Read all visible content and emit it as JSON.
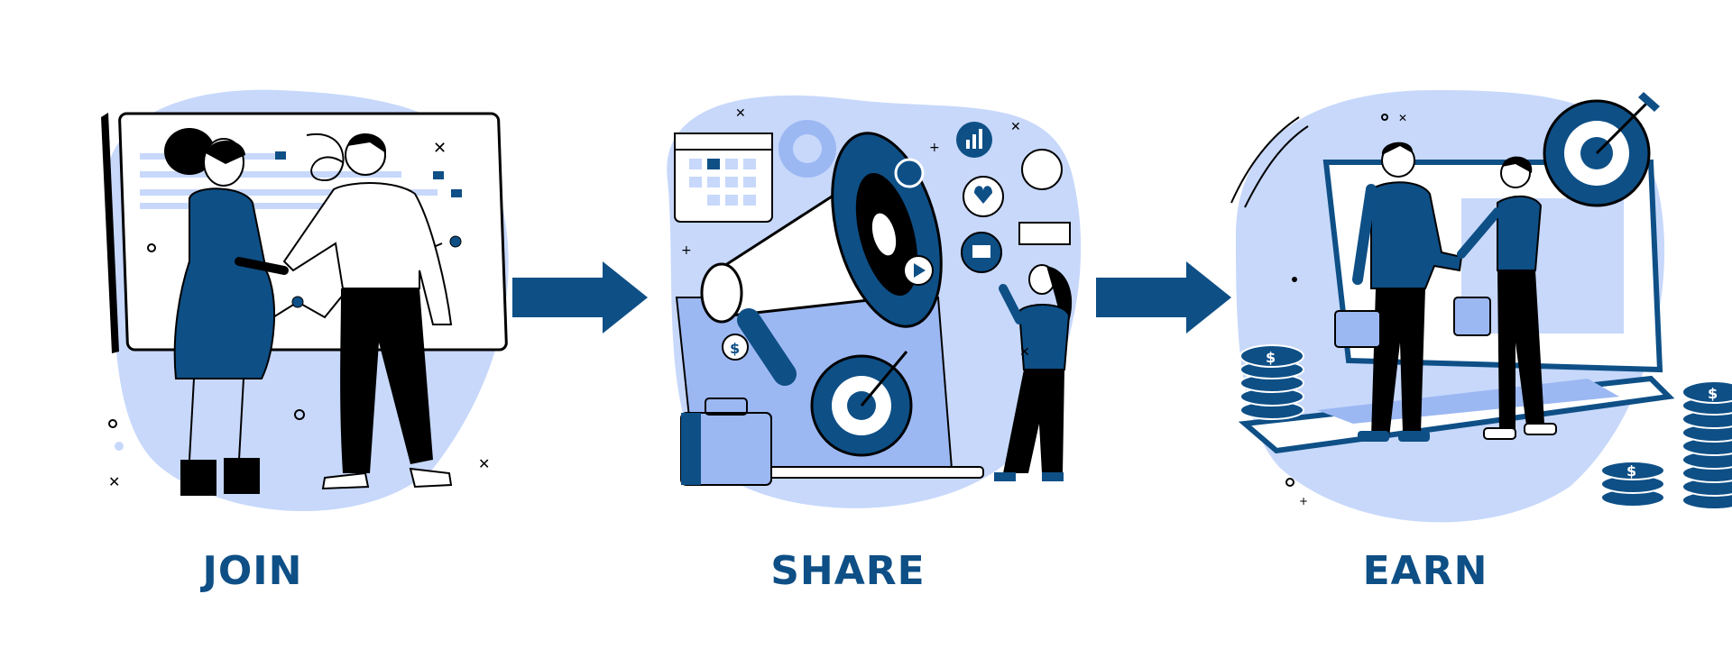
{
  "steps": [
    {
      "label": "JOIN",
      "icon": "handshake-whiteboard-illustration"
    },
    {
      "label": "SHARE",
      "icon": "megaphone-marketing-illustration"
    },
    {
      "label": "EARN",
      "icon": "laptop-deal-coins-illustration"
    }
  ],
  "arrows": [
    "arrow-right-icon",
    "arrow-right-icon"
  ],
  "colors": {
    "primary": "#0e4f86",
    "light": "#c7d8fb",
    "mid": "#9cb8f3",
    "ink": "#000000",
    "paper": "#ffffff"
  }
}
